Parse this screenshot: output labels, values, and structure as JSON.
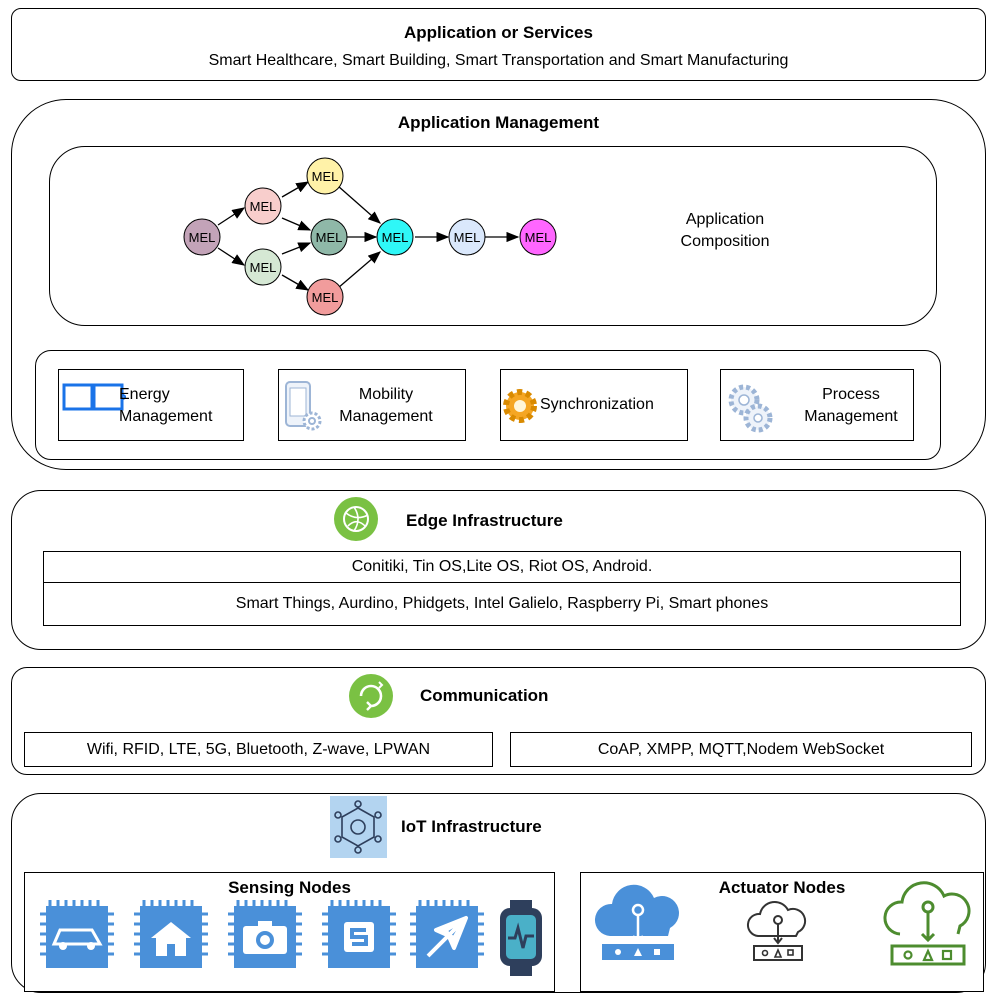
{
  "application_services": {
    "title": "Application or Services",
    "subtitle": "Smart Healthcare, Smart Building, Smart Transportation and Smart Manufacturing"
  },
  "application_management": {
    "title": "Application Management",
    "composition": {
      "label_line1": "Application",
      "label_line2": "Composition",
      "node_label": "MEL",
      "node_colors": [
        "#c3a3b8",
        "#f8cecc",
        "#d5e8d4",
        "#fff2a8",
        "#8fb8a8",
        "#f19c9c",
        "#2ff7f7",
        "#dae8fc",
        "#ff66ff"
      ]
    },
    "modules": [
      {
        "line1": "Energy",
        "line2": "Management",
        "icon": "battery-icon"
      },
      {
        "line1": "Mobility",
        "line2": "Management",
        "icon": "mobile-gear-icon"
      },
      {
        "line1": "Synchronization",
        "line2": "",
        "icon": "gear-icon"
      },
      {
        "line1": "Process",
        "line2": "Management",
        "icon": "gears-icon"
      }
    ]
  },
  "edge_infrastructure": {
    "title": "Edge Infrastructure",
    "row1": "Conitiki, Tin OS,Lite OS, Riot OS, Android.",
    "row2": "Smart Things, Aurdino, Phidgets, Intel Galielo, Raspberry Pi, Smart phones",
    "icon_color": "#7ac143"
  },
  "communication": {
    "title": "Communication",
    "left": "Wifi, RFID, LTE, 5G, Bluetooth, Z-wave, LPWAN",
    "right": "CoAP, XMPP, MQTT,Nodem WebSocket",
    "icon_color": "#7ac143"
  },
  "iot_infrastructure": {
    "title": "IoT Infrastructure",
    "sensing_title": "Sensing Nodes",
    "actuator_title": "Actuator Nodes",
    "sensor_color": "#4a90d9",
    "actuator_colors": [
      "#4a90d9",
      "#333333",
      "#4d8c2f"
    ]
  }
}
